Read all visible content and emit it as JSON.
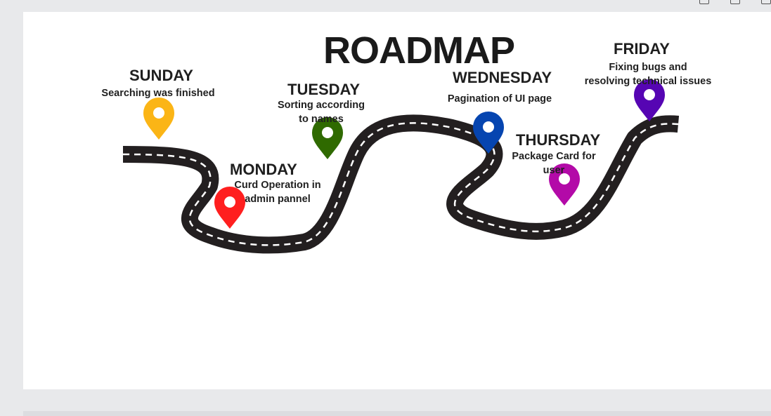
{
  "title": "ROADMAP",
  "colors": {
    "road": "#231f20",
    "lane": "#ffffff",
    "sunday": "#fbb516",
    "monday": "#ff1f1f",
    "tuesday": "#2f6a00",
    "wednesday": "#0645b0",
    "thursday": "#b30aa8",
    "friday": "#5605b3"
  },
  "days": {
    "sunday": {
      "name": "SUNDAY",
      "desc": "Searching was finished"
    },
    "monday": {
      "name": "MONDAY",
      "desc": "Curd Operation in\nadmin pannel"
    },
    "tuesday": {
      "name": "TUESDAY",
      "desc": "Sorting according\nto names"
    },
    "wednesday": {
      "name": "WEDNESDAY",
      "desc": "Pagination of UI page"
    },
    "thursday": {
      "name": "THURSDAY",
      "desc": "Package Card for\nuser"
    },
    "friday": {
      "name": "FRIDAY",
      "desc": "Fixing bugs and\nresolving technical issues"
    }
  },
  "icons": [
    "map-pin-icon"
  ]
}
